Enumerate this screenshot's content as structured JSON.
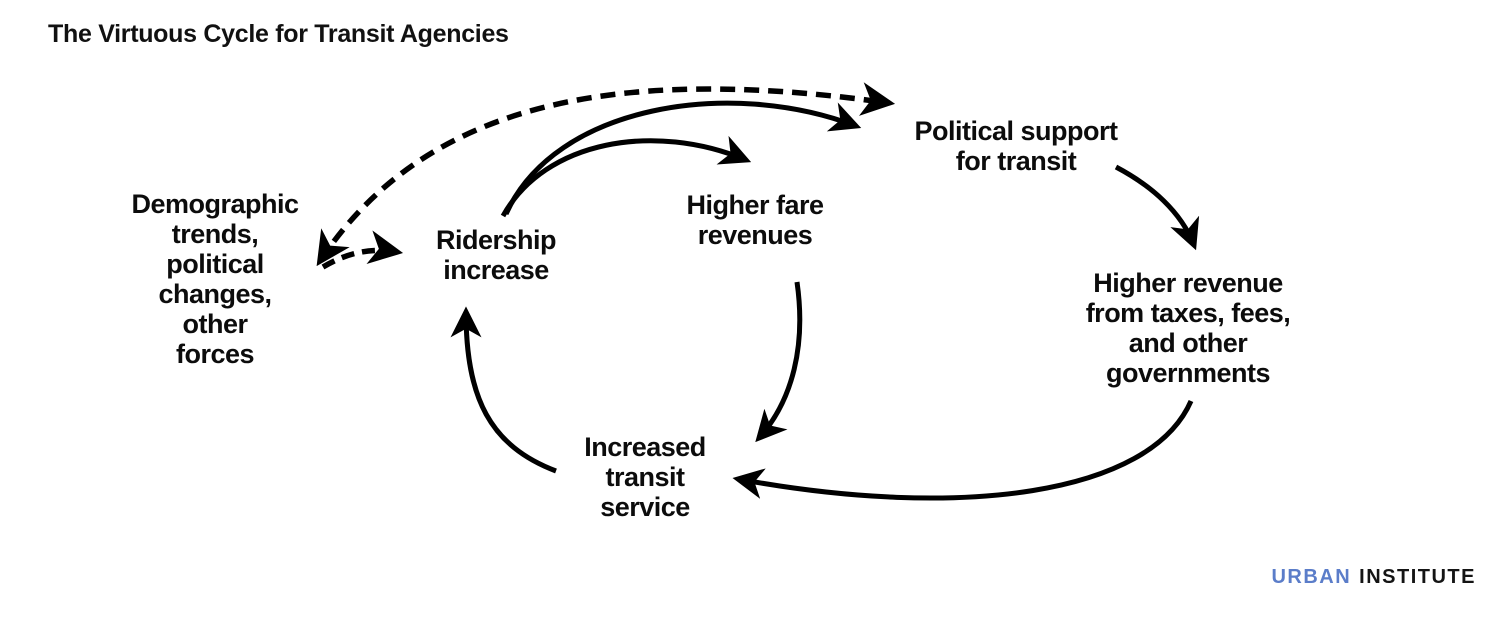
{
  "title": "The Virtuous Cycle for Transit Agencies",
  "diagram": {
    "nodes": {
      "external_forces": {
        "label": "Demographic\ntrends,\npolitical\nchanges,\nother\nforces"
      },
      "ridership_increase": {
        "label": "Ridership\nincrease"
      },
      "higher_fare_revenues": {
        "label": "Higher fare\nrevenues"
      },
      "political_support": {
        "label": "Political support\nfor transit"
      },
      "higher_revenue": {
        "label": "Higher revenue\nfrom taxes, fees,\nand other\ngovernments"
      },
      "increased_transit_service": {
        "label": "Increased\ntransit\nservice"
      }
    },
    "edges": [
      {
        "from": "external_forces",
        "to": "political_support",
        "style": "dashed",
        "bidirectional": true
      },
      {
        "from": "external_forces",
        "to": "ridership_increase",
        "style": "dashed",
        "bidirectional": false
      },
      {
        "from": "ridership_increase",
        "to": "political_support",
        "style": "solid",
        "bidirectional": false
      },
      {
        "from": "ridership_increase",
        "to": "higher_fare_revenues",
        "style": "solid",
        "bidirectional": false
      },
      {
        "from": "higher_fare_revenues",
        "to": "increased_transit_service",
        "style": "solid",
        "bidirectional": false
      },
      {
        "from": "political_support",
        "to": "higher_revenue",
        "style": "solid",
        "bidirectional": false
      },
      {
        "from": "higher_revenue",
        "to": "increased_transit_service",
        "style": "solid",
        "bidirectional": false
      },
      {
        "from": "increased_transit_service",
        "to": "ridership_increase",
        "style": "solid",
        "bidirectional": false
      }
    ]
  },
  "logo": {
    "urban": "URBAN",
    "institute": "INSTITUTE"
  },
  "colors": {
    "background": "#ffffff",
    "text": "#0c0c0c",
    "arrow": "#000000",
    "logo_urban_blue": "#5b7dc9",
    "logo_institute_black": "#141414"
  }
}
